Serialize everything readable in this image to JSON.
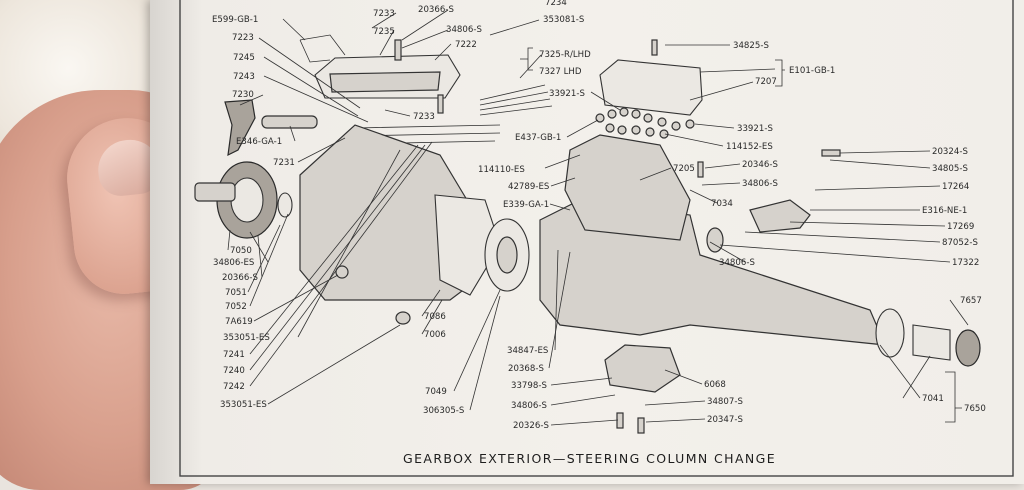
{
  "caption": "GEARBOX EXTERIOR—STEERING COLUMN CHANGE",
  "labels": {
    "e599": "E599-GB-1",
    "p7233a": "7233",
    "p20366": "20366-S",
    "p7234": "7234",
    "p353081": "353081-S",
    "p7235": "7235",
    "p34806a": "34806-S",
    "p7223": "7223",
    "p7222": "7222",
    "p7245": "7245",
    "p7243": "7243",
    "p7230": "7230",
    "p7233b": "7233",
    "e346": "E346-GA-1",
    "p7231": "7231",
    "p7325": "7325-R/LHD",
    "p7327": "7327 LHD",
    "p33921a": "33921-S",
    "e437": "E437-GB-1",
    "p34825": "34825-S",
    "e101": "E101-GB-1",
    "p7207": "7207",
    "p33921b": "33921-S",
    "p114152": "114152-ES",
    "p114110": "114110-ES",
    "p7205": "7205",
    "p20346": "20346-S",
    "p42789": "42789-ES",
    "p34806b": "34806-S",
    "e339": "E339-GA-1",
    "p7034": "7034",
    "p20324": "20324-S",
    "p34805": "34805-S",
    "p17264": "17264",
    "e316": "E316-NE-1",
    "p17269": "17269",
    "p87052": "87052-S",
    "p34806c": "34806-S",
    "p17322": "17322",
    "p7050": "7050",
    "p34806es": "34806-ES",
    "p20366b": "20366-S",
    "p7051": "7051",
    "p7052": "7052",
    "p7a619": "7A619",
    "p353051a": "353051-ES",
    "p7241": "7241",
    "p7240": "7240",
    "p7242": "7242",
    "p353051b": "353051-ES",
    "p7086": "7086",
    "p7006": "7006",
    "p34847": "34847-ES",
    "p20368": "20368-S",
    "p33798": "33798-S",
    "p34806d": "34806-S",
    "p20326": "20326-S",
    "p6068": "6068",
    "p34807": "34807-S",
    "p20347": "20347-S",
    "p7049": "7049",
    "p306305": "306305-S",
    "p7657": "7657",
    "p7041": "7041",
    "p7650": "7650"
  }
}
